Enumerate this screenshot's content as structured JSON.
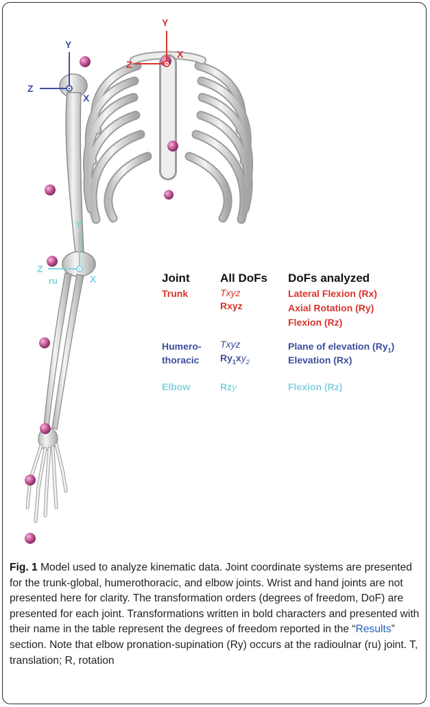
{
  "figure": {
    "axes": {
      "trunk": {
        "y": "Y",
        "x": "X",
        "z": "Z",
        "color": "#d7332a"
      },
      "humerothoracic": {
        "y": "Y",
        "x": "X",
        "z": "Z",
        "color": "#3c4d9e"
      },
      "elbow": {
        "y": "Y",
        "x": "X",
        "z": "Z",
        "ru": "ru",
        "color": "#7fd3df"
      }
    },
    "marker_color": "#c65a9b",
    "bone_color": "#e8e8e8"
  },
  "table": {
    "headers": {
      "joint": "Joint",
      "all": "All DoFs",
      "analyzed": "DoFs analyzed"
    },
    "trunk": {
      "joint": "Trunk",
      "all_1": "Txyz",
      "all_2": "Rxyz",
      "analyzed_1": "Lateral Flexion (Rx)",
      "analyzed_2": "Axial Rotation (Ry)",
      "analyzed_3": "Flexion (Rz)"
    },
    "humero": {
      "joint_1": "Humero-",
      "joint_2": "thoracic",
      "all_1": "Txyz",
      "all_2a": "Ry",
      "all_2b": "1",
      "all_2c": "x",
      "all_2d": "y",
      "all_2e": "2",
      "analyzed_1a": "Plane of elevation (Ry",
      "analyzed_1b": "1",
      "analyzed_1c": ")",
      "analyzed_2": "Elevation (Rx)"
    },
    "elbow": {
      "joint": "Elbow",
      "all_a": "Rz",
      "all_b": "y",
      "analyzed": "Flexion (Rz)"
    }
  },
  "caption": {
    "label": "Fig. 1",
    "text_1": " Model used to analyze kinematic data. Joint coordinate systems are presented for the trunk-global, humerothoracic, and elbow joints. Wrist and hand joints are not presented here for clarity. The transformation orders (degrees of freedom, DoF) are presented for each joint. Transformations written in bold characters and presented with their name in the table represent the degrees of freedom reported in the “",
    "link": "Results",
    "text_2": "” section. Note that elbow pronation-supination (Ry) occurs at the radioulnar (ru) joint. T, translation; R, rotation"
  }
}
